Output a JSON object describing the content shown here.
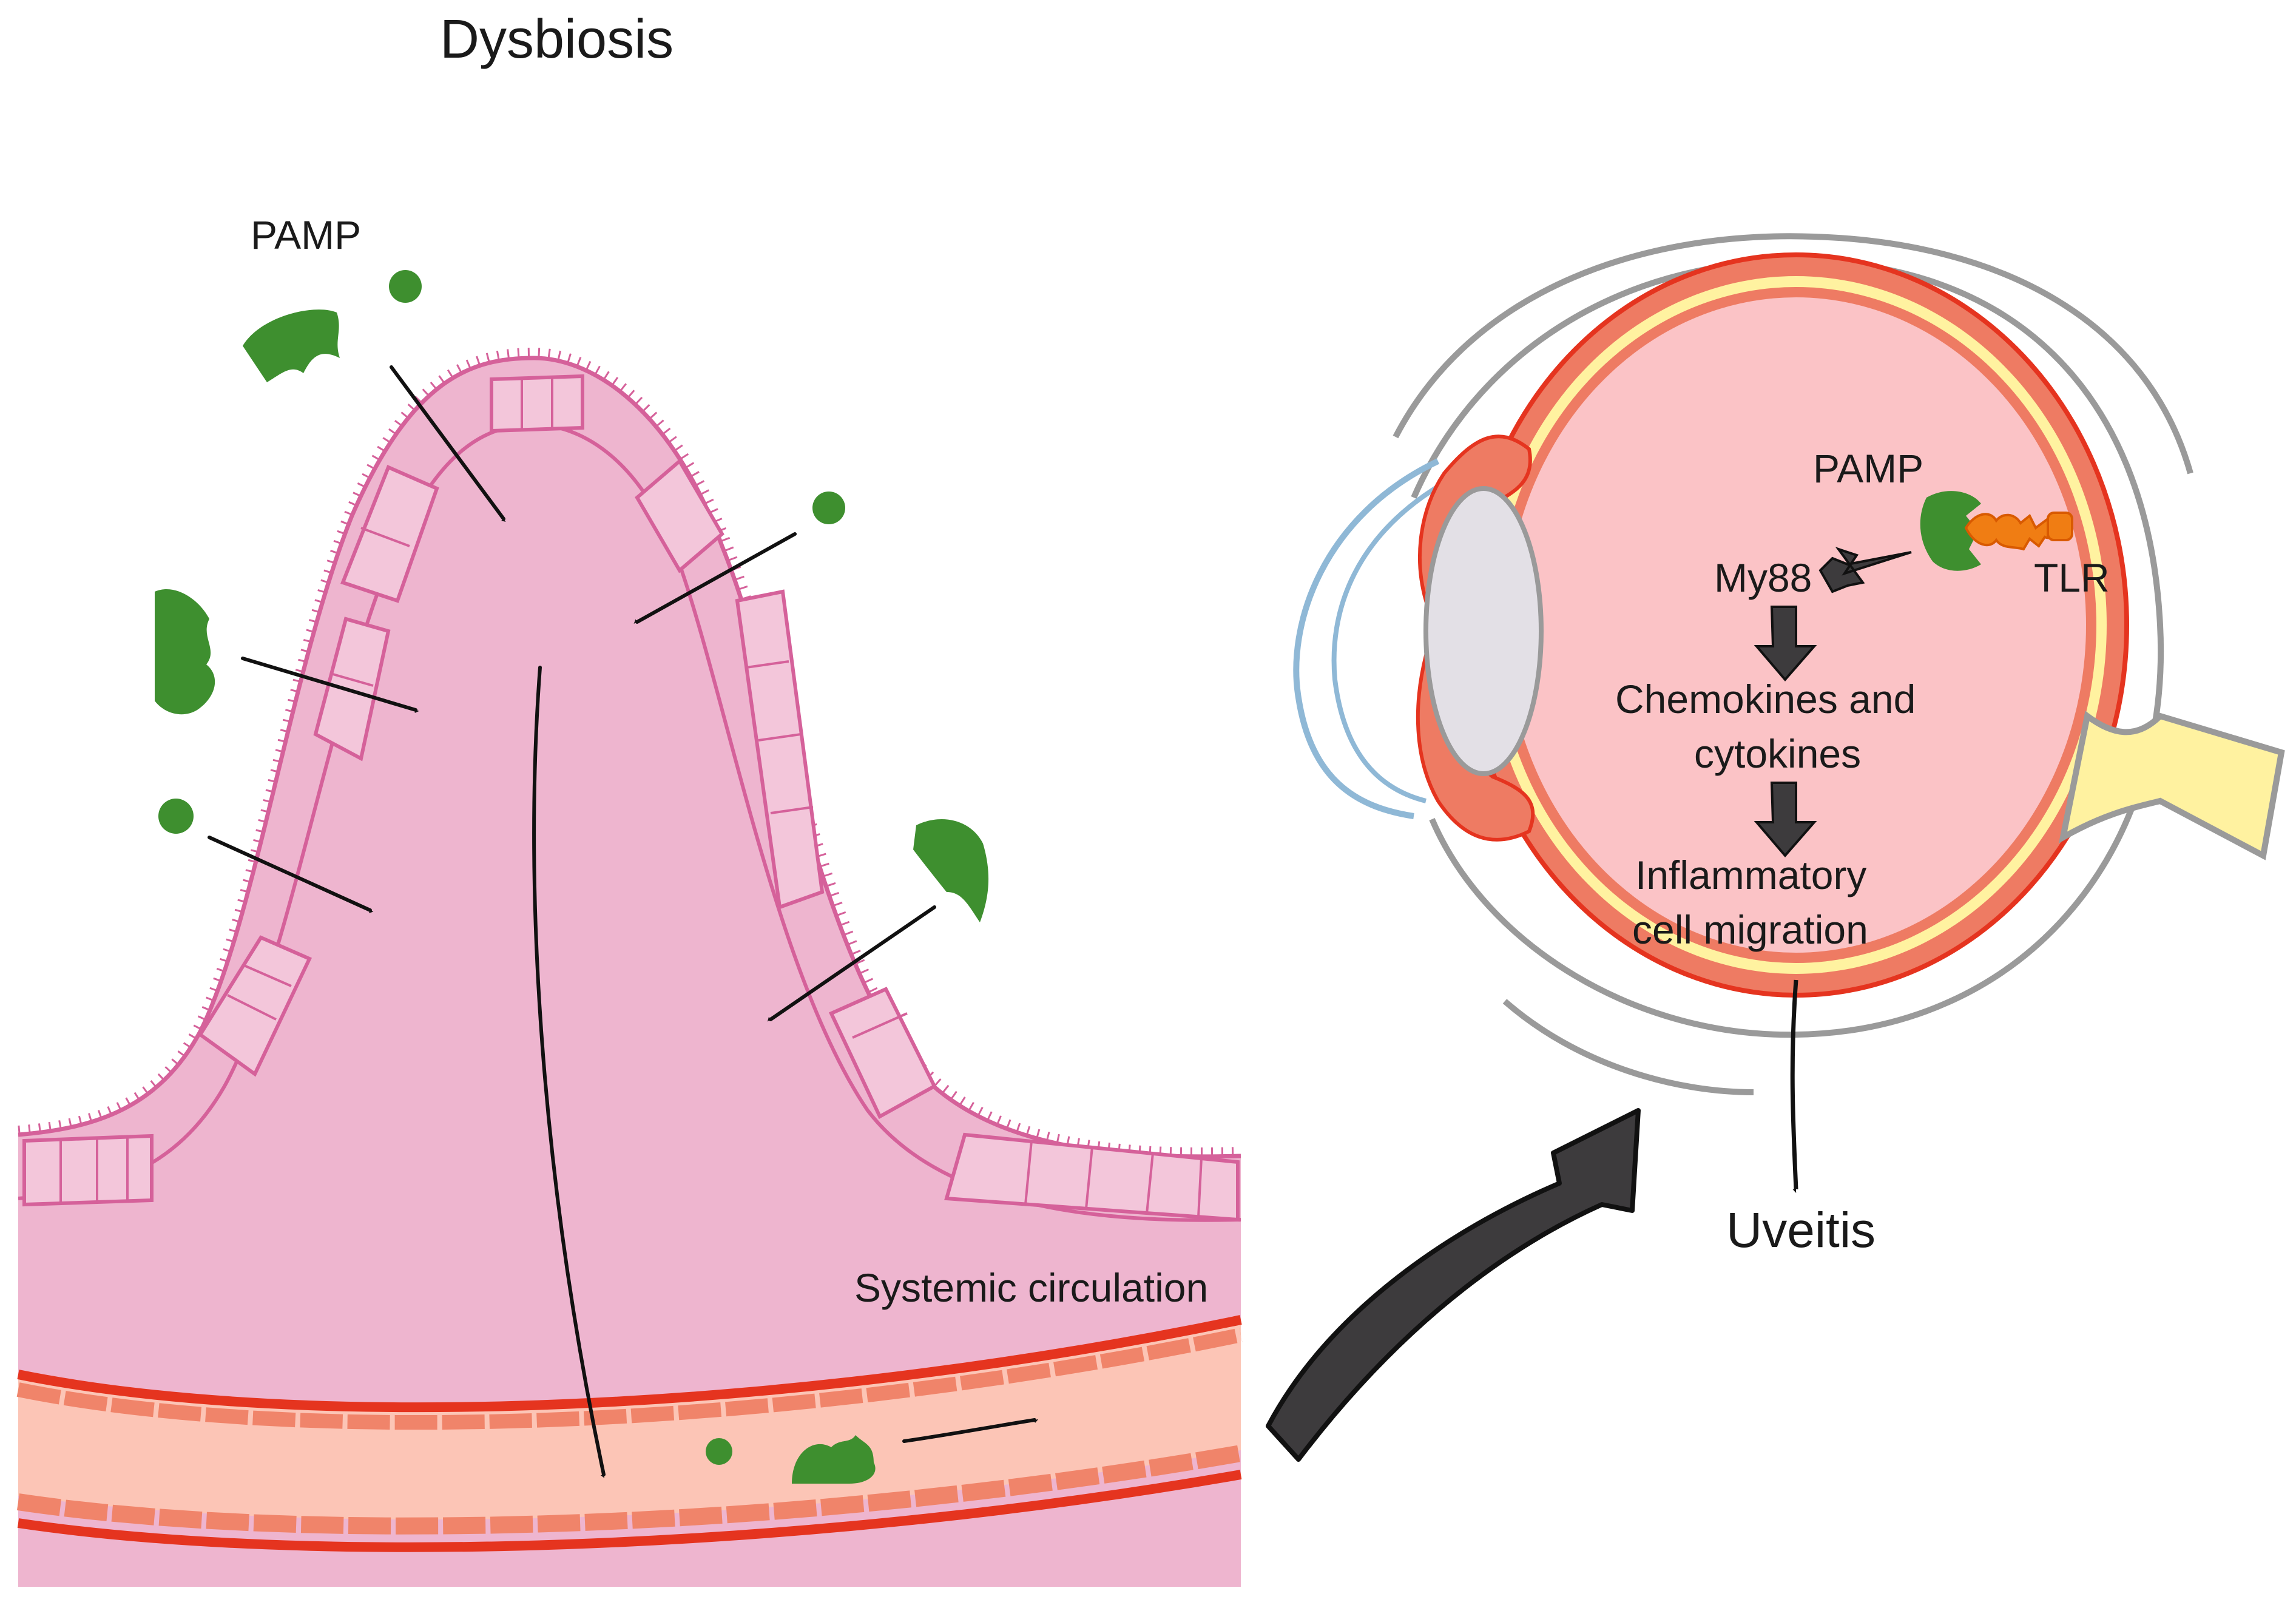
{
  "labels": {
    "title": "Dysbiosis",
    "pamp_gut": "PAMP",
    "systemic_circulation": "Systemic circulation",
    "pamp_eye": "PAMP",
    "tlr": "TLR",
    "my88": "My88",
    "chemokines_line1": "Chemokines and",
    "chemokines_line2": "cytokines",
    "inflammatory_line1": "Inflammatory",
    "inflammatory_line2": "cell migration",
    "uveitis": "Uveitis"
  },
  "colors": {
    "villus_tissue": "#eeb5cf",
    "epithelium": "#d5619a",
    "pamp": "#3e8f2f",
    "vessel_wall": "#e5341f",
    "blood": "#fcc5b6",
    "eye_interior": "#fbc3c6",
    "choroid": "#ee7b63",
    "retina": "#fff2a0",
    "sclera": "#9a9a9a",
    "cornea": "#8fb8d6",
    "lens": "#e3e0e6",
    "tlr": "#f07d13",
    "arrow": "#333333"
  },
  "icons": [
    "pamp-blob-icon",
    "pamp-dot-icon",
    "tlr-receptor-icon"
  ]
}
